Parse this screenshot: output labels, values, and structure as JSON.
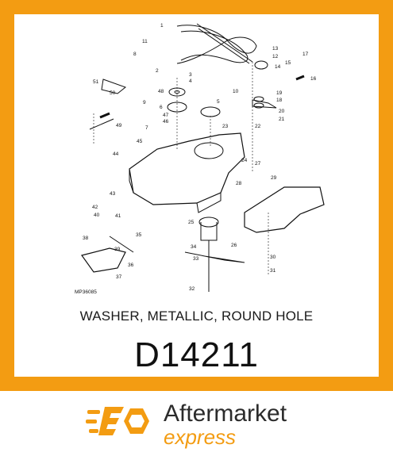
{
  "part": {
    "name": "WASHER, METALLIC, ROUND HOLE",
    "number": "D14211"
  },
  "diagram": {
    "figure_code": "MP36085",
    "callouts": [
      "1",
      "2",
      "3",
      "4",
      "5",
      "6",
      "7",
      "8",
      "9",
      "10",
      "11",
      "12",
      "13",
      "14",
      "15",
      "16",
      "17",
      "18",
      "19",
      "20",
      "21",
      "22",
      "23",
      "24",
      "25",
      "26",
      "27",
      "28",
      "29",
      "30",
      "31",
      "32",
      "33",
      "34",
      "35",
      "36",
      "37",
      "38",
      "39",
      "40",
      "41",
      "42",
      "43",
      "44",
      "45",
      "46",
      "47",
      "48",
      "49",
      "50",
      "51"
    ]
  },
  "brand": {
    "line1": "Aftermarket",
    "line2": "express",
    "accent_color": "#f39c12",
    "text_color": "#2b2b2b",
    "icon": "speed-e-logo-icon"
  }
}
